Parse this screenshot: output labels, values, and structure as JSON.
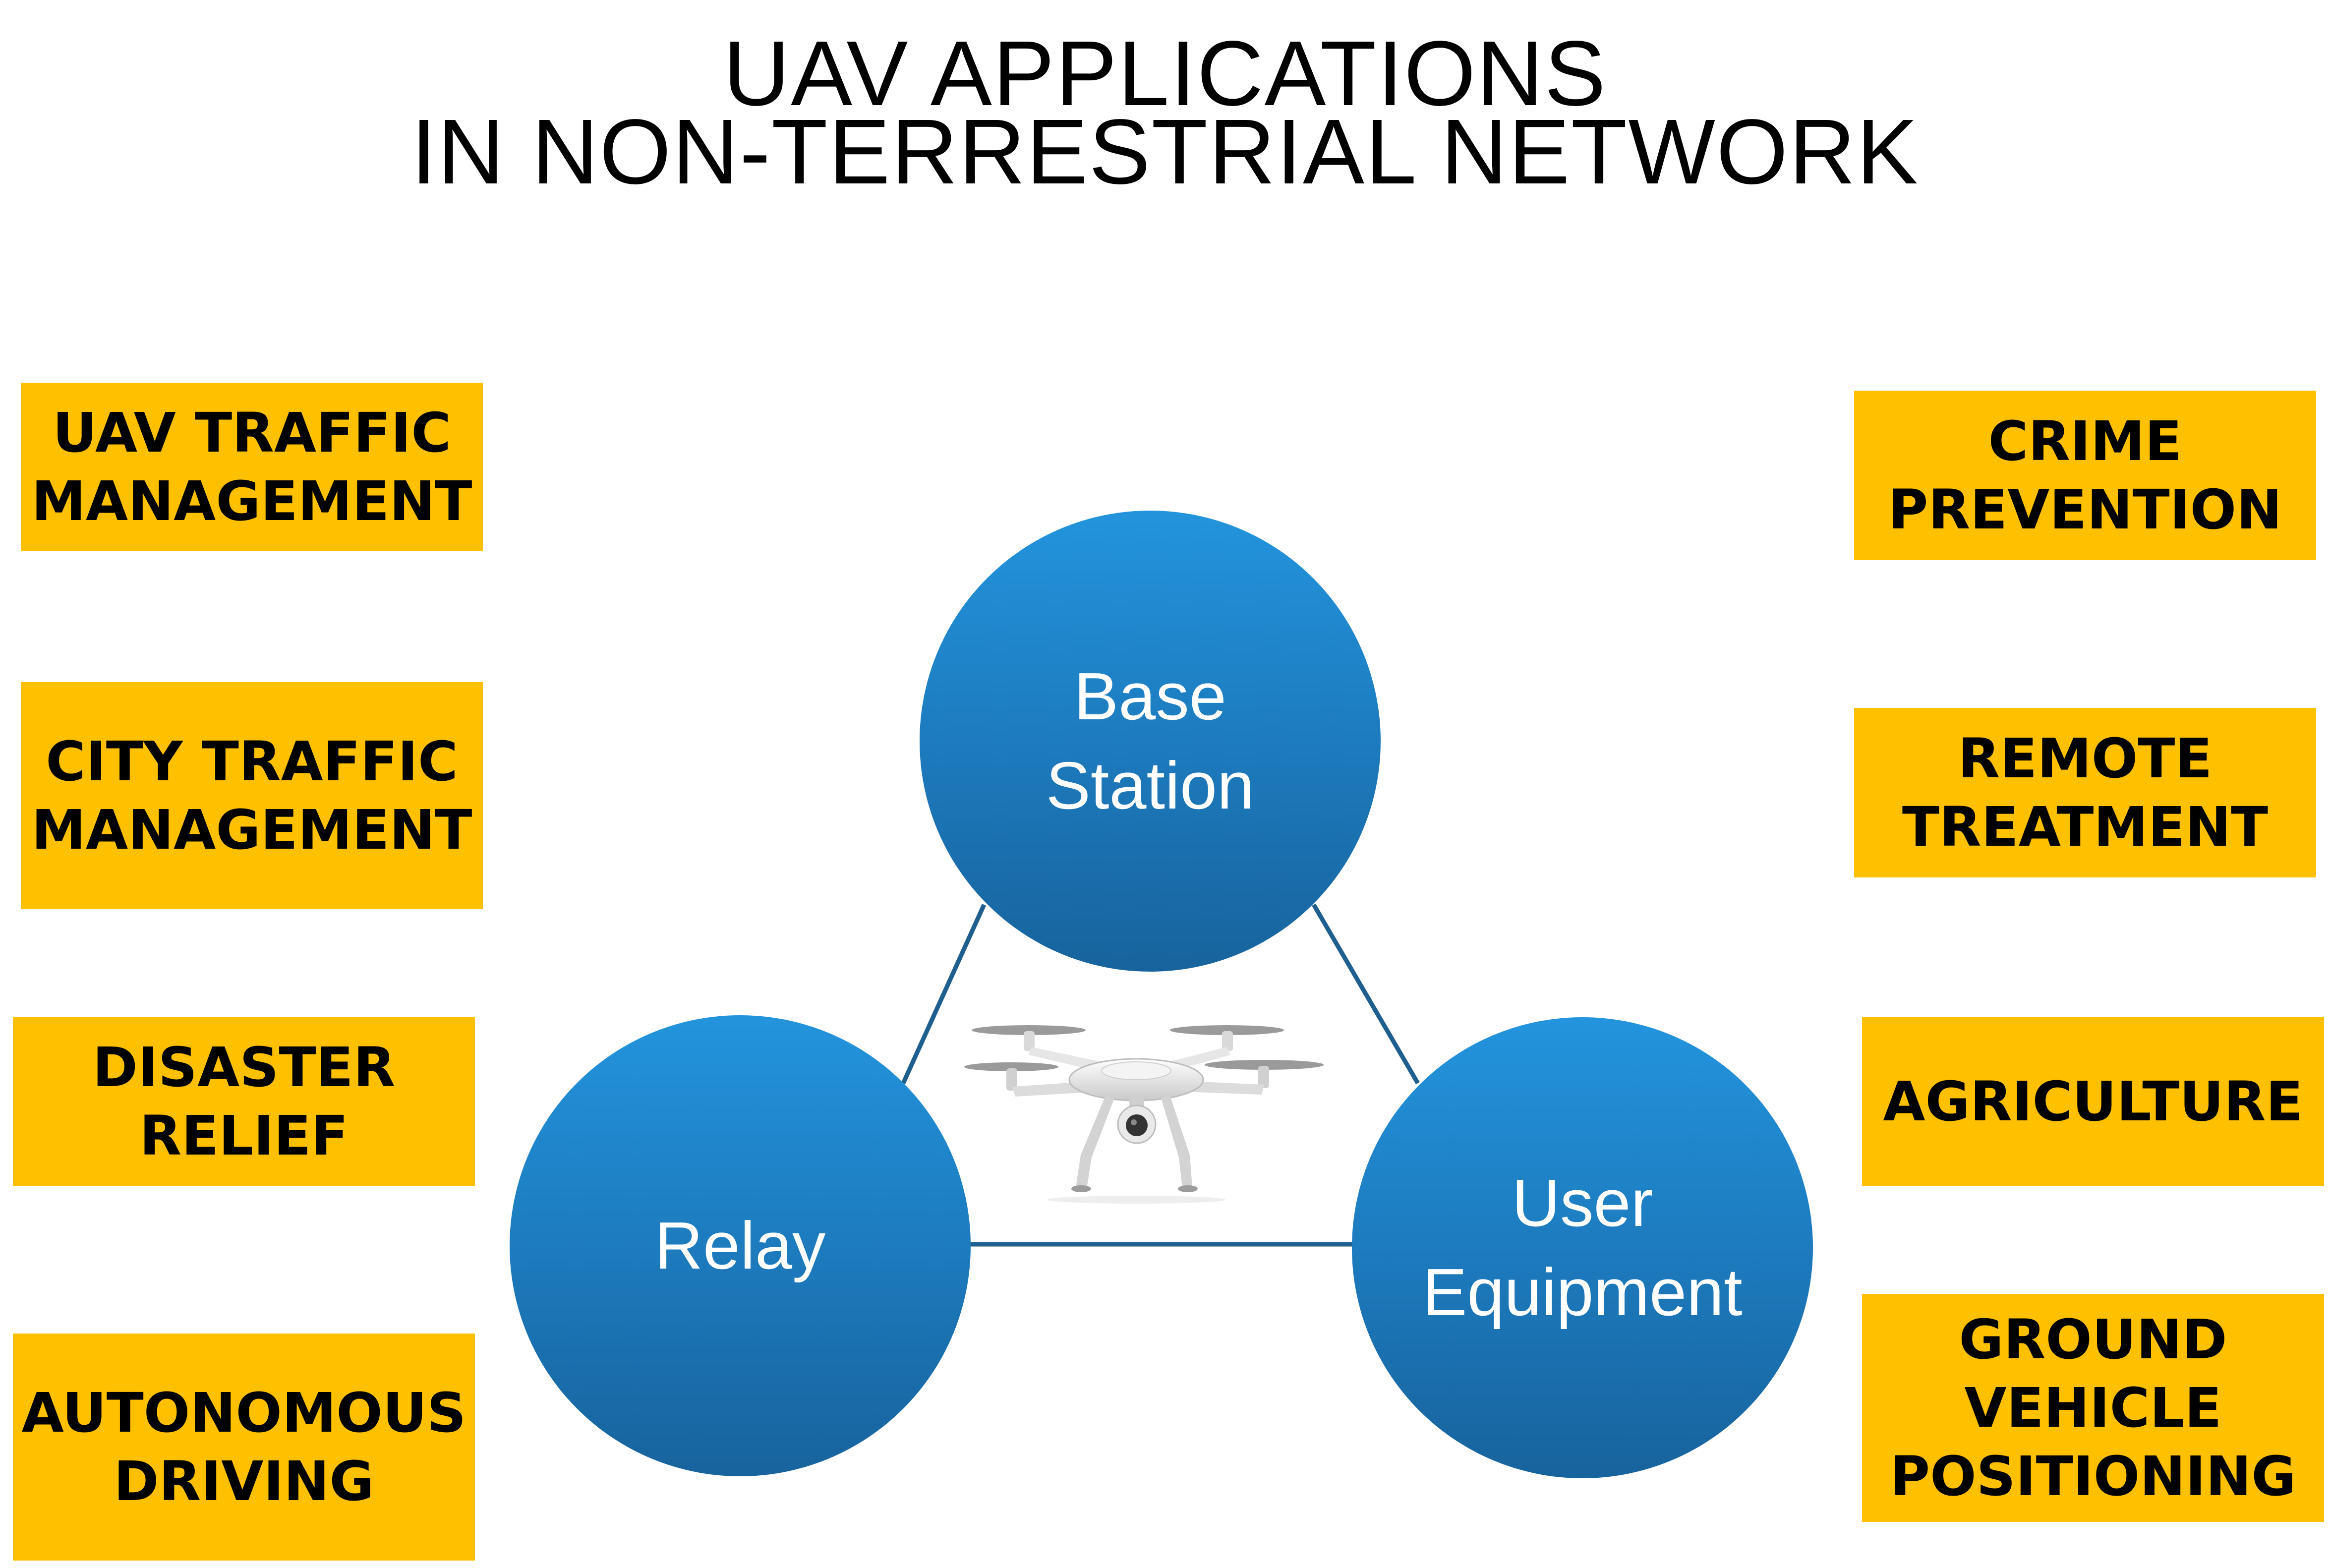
{
  "title": {
    "line1": "UAV APPLICATIONS",
    "line2": "IN NON-TERRESTRIAL NETWORK"
  },
  "roles": {
    "base_station": [
      "Base",
      "Station"
    ],
    "relay": [
      "Relay"
    ],
    "user_equipment": [
      "User",
      "Equipment"
    ]
  },
  "applications_left": [
    [
      "UAV TRAFFIC",
      "MANAGEMENT"
    ],
    [
      "CITY TRAFFIC",
      "MANAGEMENT"
    ],
    [
      "DISASTER",
      "RELIEF"
    ],
    [
      "AUTONOMOUS",
      "DRIVING"
    ]
  ],
  "applications_right": [
    [
      "CRIME",
      "PREVENTION"
    ],
    [
      "REMOTE",
      "TREATMENT"
    ],
    [
      "AGRICULTURE"
    ],
    [
      "GROUND",
      "VEHICLE",
      "POSITIONING"
    ]
  ],
  "colors": {
    "box_fill": "#FFC000",
    "circle_fill": "#1D7BBE",
    "connector": "#1F5F8F"
  },
  "illustration": "quadcopter-drone-icon"
}
